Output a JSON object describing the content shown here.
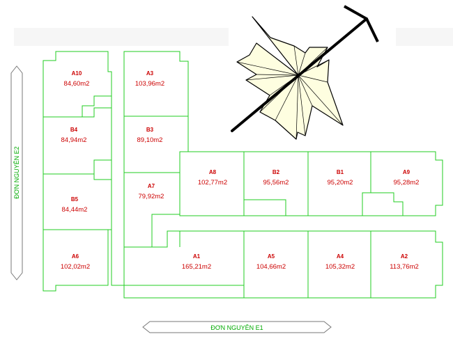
{
  "roads": {
    "bottom": "ĐƠN NGUYÊN E1",
    "left": "ĐƠN NGUYÊN E2"
  },
  "units": [
    {
      "code": "A10",
      "area": "84,60m2"
    },
    {
      "code": "A3",
      "area": "103,96m2"
    },
    {
      "code": "B4",
      "area": "84,94m2"
    },
    {
      "code": "B3",
      "area": "89,10m2"
    },
    {
      "code": "A8",
      "area": "102,77m2"
    },
    {
      "code": "B2",
      "area": "95,56m2"
    },
    {
      "code": "B1",
      "area": "95,20m2"
    },
    {
      "code": "A9",
      "area": "95,28m2"
    },
    {
      "code": "B5",
      "area": "84,44m2"
    },
    {
      "code": "A7",
      "area": "79,92m2"
    },
    {
      "code": "A6",
      "area": "102,02m2"
    },
    {
      "code": "A1",
      "area": "165,21m2"
    },
    {
      "code": "A5",
      "area": "104,66m2"
    },
    {
      "code": "A4",
      "area": "105,32m2"
    },
    {
      "code": "A2",
      "area": "113,76m2"
    }
  ],
  "colors": {
    "walls": "#22cc22",
    "labels": "#cc0000",
    "road_text": "#00aa00"
  },
  "icons": {
    "compass": "north-arrow-compass-rose-icon"
  }
}
